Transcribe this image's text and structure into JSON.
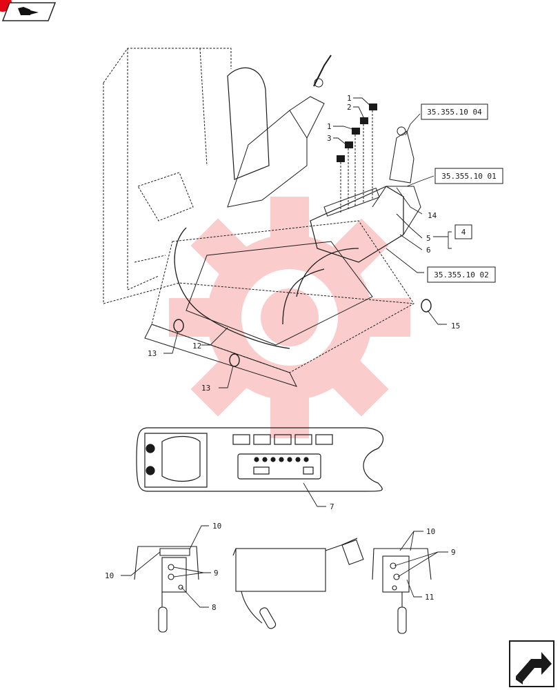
{
  "header": {
    "badge_icon": "book-pointing-hand-icon",
    "badge_color": "#e30613"
  },
  "references": {
    "r1": "35.355.10 04",
    "r2": "35.355.10 01",
    "r3": "35.355.10 02",
    "group": "4"
  },
  "callouts": {
    "c1a": "1",
    "c2": "2",
    "c1b": "1",
    "c3": "3",
    "c14": "14",
    "c5": "5",
    "c6": "6",
    "c15": "15",
    "c13a": "13",
    "c12": "12",
    "c13b": "13",
    "c7": "7",
    "c10a": "10",
    "c10b": "10",
    "c9a": "9",
    "c8": "8",
    "c10c": "10",
    "c9b": "9",
    "c11": "11"
  },
  "footer": {
    "nav_icon": "next-page-arrow-icon"
  },
  "colors": {
    "line": "#1a1a1a",
    "watermark": "#f4a6a6"
  }
}
